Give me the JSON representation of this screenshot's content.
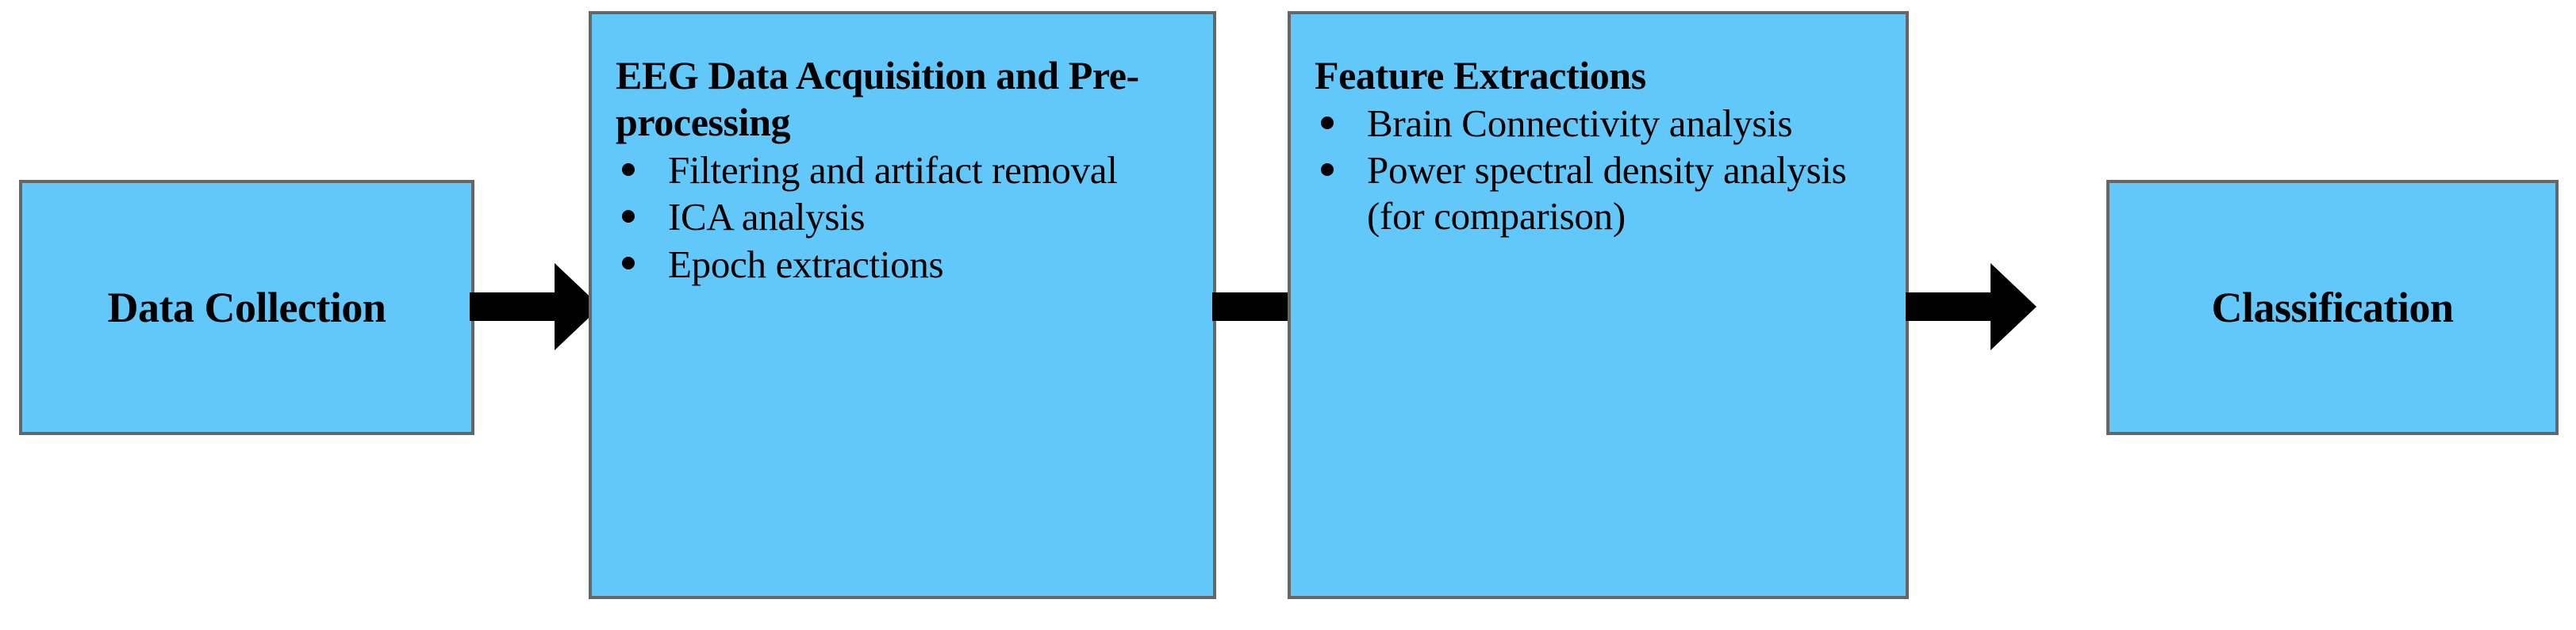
{
  "diagram": {
    "type": "flowchart",
    "orientation": "left-to-right",
    "colors": {
      "box_fill": "#62c8fa",
      "box_border": "#666666",
      "arrow": "#000000",
      "text": "#000000",
      "background": "#ffffff"
    },
    "stages": [
      {
        "id": "data-collection",
        "title": "Data Collection",
        "bullets": []
      },
      {
        "id": "eeg-acquisition",
        "title": "EEG Data Acquisition and Pre-processing",
        "bullets": [
          "Filtering and artifact removal",
          "ICA analysis",
          "Epoch extractions"
        ]
      },
      {
        "id": "feature-extractions",
        "title": "Feature Extractions",
        "bullets": [
          "Brain Connectivity analysis",
          "Power spectral density analysis (for comparison)"
        ]
      },
      {
        "id": "classification",
        "title": "Classification",
        "bullets": []
      }
    ],
    "connectors": [
      {
        "id": "arrow-1",
        "icon": "right-arrow-icon",
        "from": "data-collection",
        "to": "eeg-acquisition"
      },
      {
        "id": "arrow-2",
        "icon": "right-arrow-icon",
        "from": "eeg-acquisition",
        "to": "feature-extractions"
      },
      {
        "id": "arrow-3",
        "icon": "right-arrow-icon",
        "from": "feature-extractions",
        "to": "classification"
      }
    ]
  }
}
